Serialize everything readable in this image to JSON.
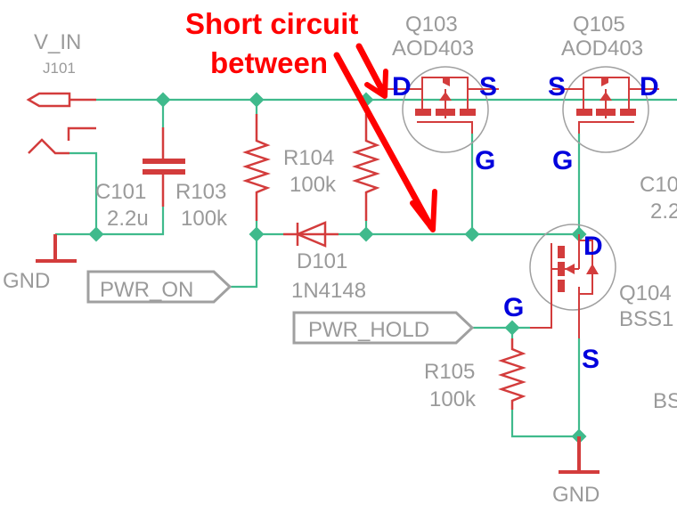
{
  "annotation": {
    "line1": "Short circuit",
    "line2": "between",
    "color": "#ff0000"
  },
  "colors": {
    "net": "#3fba8c",
    "symbol": "#d33c3c",
    "label": "#9a9a9a",
    "pin": "#0000dd"
  },
  "components": {
    "j101": {
      "net": "V_IN",
      "name": "J101"
    },
    "c101": {
      "name": "C101",
      "value": "2.2u"
    },
    "r103": {
      "name": "R103",
      "value": "100k"
    },
    "r104": {
      "name": "R104",
      "value": "100k"
    },
    "d101": {
      "name": "D101",
      "value": "1N4148"
    },
    "q103": {
      "name": "Q103",
      "value": "AOD403",
      "pins": {
        "d": "D",
        "s": "S",
        "g": "G"
      }
    },
    "q105": {
      "name": "Q105",
      "value": "AOD403",
      "pins": {
        "d": "D",
        "s": "S",
        "g": "G"
      }
    },
    "q104": {
      "name": "Q104",
      "value": "BSS1",
      "pins": {
        "d": "D",
        "s": "S",
        "g": "G"
      }
    },
    "r105": {
      "name": "R105",
      "value": "100k"
    },
    "c10x": {
      "name": "C10",
      "value": "2.2"
    },
    "bs": {
      "name": "BS"
    }
  },
  "nets": {
    "gnd_left": "GND",
    "gnd_right": "GND",
    "pwr_on": "PWR_ON",
    "pwr_hold": "PWR_HOLD"
  }
}
